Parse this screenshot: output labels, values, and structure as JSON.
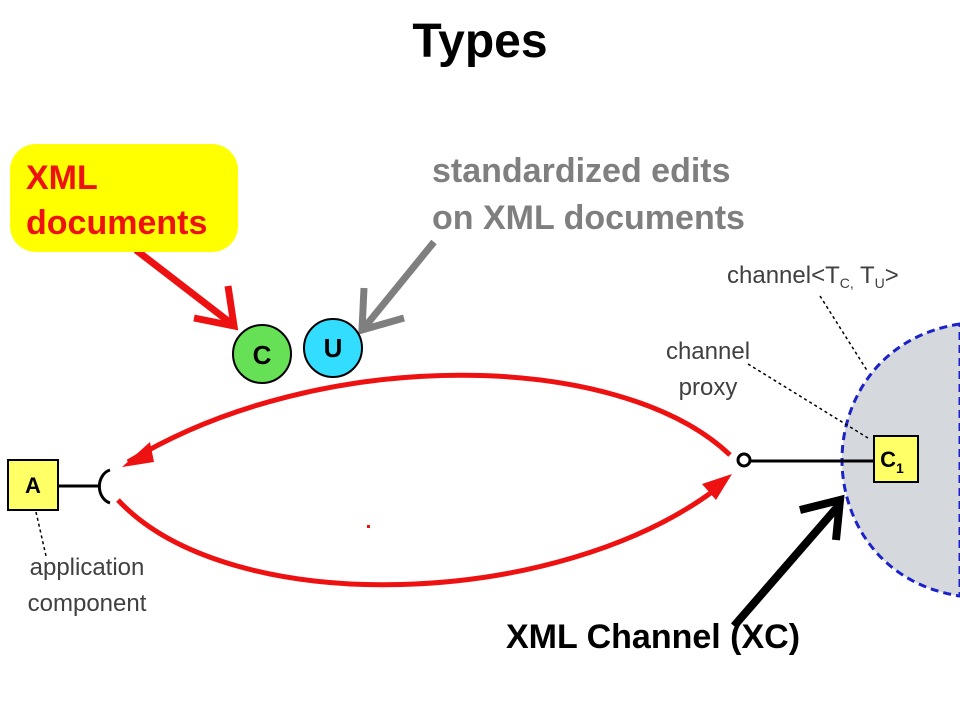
{
  "title": "Types",
  "xml_documents": {
    "line1": "XML",
    "line2": "documents"
  },
  "standardized_edits": {
    "line1": "standardized edits",
    "line2": "on XML documents"
  },
  "channel_type": {
    "prefix": "channel<T",
    "sub_c": "C,",
    "mid": " T",
    "sub_u": "U",
    "suffix": ">"
  },
  "channel_proxy": {
    "line1": "channel",
    "line2": "proxy"
  },
  "application_component": {
    "line1": "application",
    "line2": "component"
  },
  "xml_channel": "XML Channel (XC)",
  "nodes": {
    "component": "A",
    "type_c": "C",
    "type_u": "U",
    "proxy_main": "C",
    "proxy_sub": "1"
  },
  "colors": {
    "red": "#ee1111",
    "gray_arrow": "#7f7f7f",
    "yellow": "#ffff00",
    "green": "#66e055",
    "cyan": "#33ddff",
    "channel_fill": "#d5d9de",
    "channel_border": "#1c22c8",
    "box_fill": "#ffff66"
  }
}
